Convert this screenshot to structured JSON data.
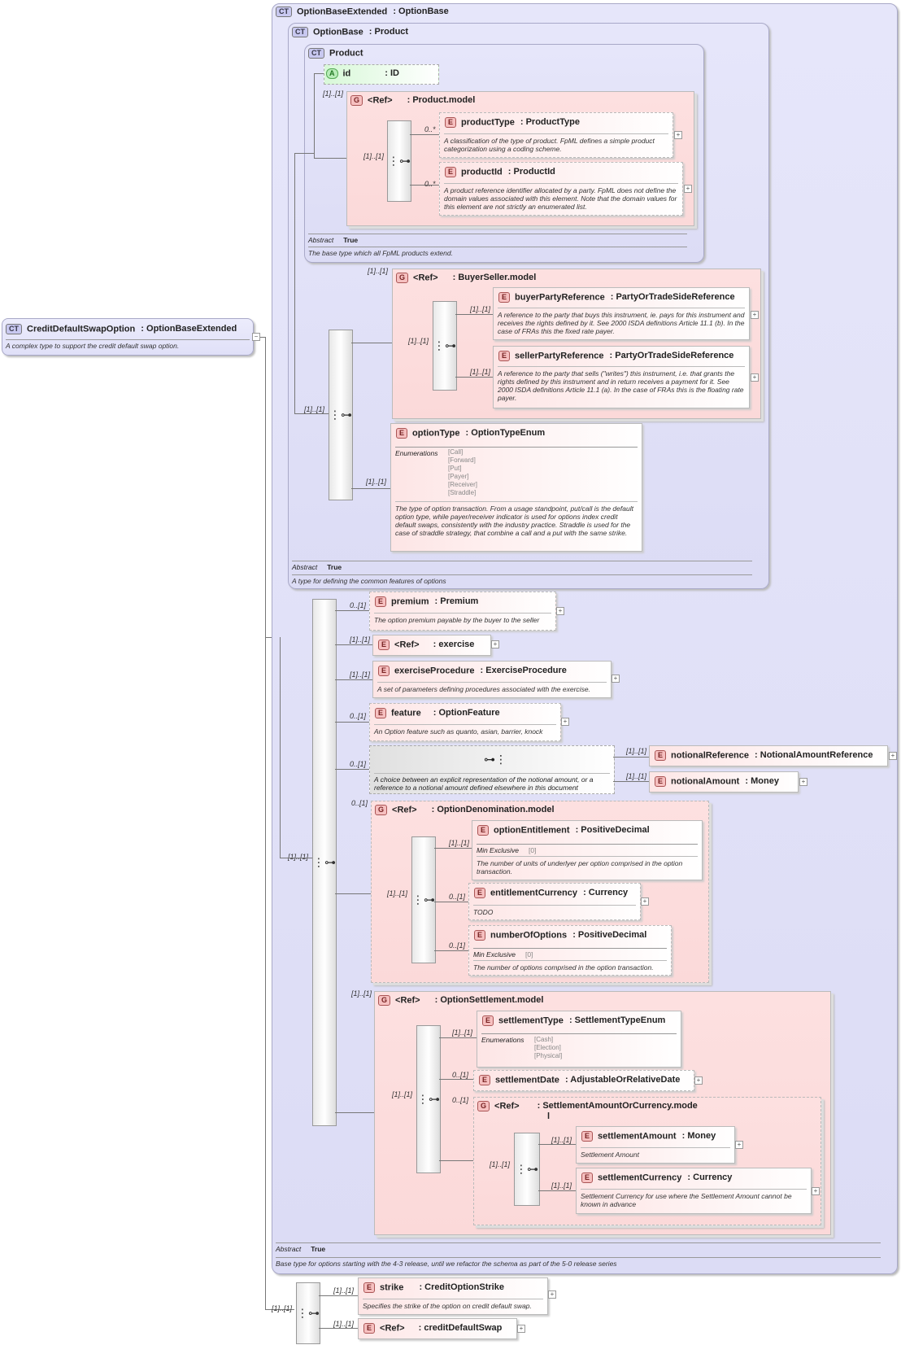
{
  "root": {
    "badge": "CT",
    "name": "CreditDefaultSwapOption",
    "type": ": OptionBaseExtended",
    "desc": "A complex type to support the credit default swap option."
  },
  "obe": {
    "badge": "CT",
    "title": "OptionBaseExtended",
    "type": ": OptionBase",
    "abstract_label": "Abstract",
    "abstract_value": "True",
    "desc": "Base type for options starting with the 4-3 release, until we refactor the schema as part of the 5-0 release series"
  },
  "ob": {
    "badge": "CT",
    "title": "OptionBase",
    "type": ": Product",
    "abstract_label": "Abstract",
    "abstract_value": "True",
    "desc": "A type for defining the common features of options"
  },
  "product": {
    "badge": "CT",
    "title": "Product",
    "abstract_label": "Abstract",
    "abstract_value": "True",
    "desc": "The base type which all FpML products extend.",
    "id_badge": "A",
    "id_name": "id",
    "id_type": ": ID",
    "id_card": "[1]..[1]",
    "model_badge": "G",
    "model_ref": "<Ref>",
    "model_name": ": Product.model",
    "model_card": "[1]..[1]",
    "productType": {
      "badge": "E",
      "name": "productType",
      "type": ": ProductType",
      "card": "0..*",
      "desc": "A classification of the type of product. FpML defines a simple product categorization using a coding scheme."
    },
    "productId": {
      "badge": "E",
      "name": "productId",
      "type": ": ProductId",
      "card": "0..*",
      "desc": "A product reference identifier allocated by a party. FpML does not define the domain values associated with this element. Note that the domain values for this element are not strictly an enumerated list."
    }
  },
  "ob_seq_card": "[1]..[1]",
  "buyerSeller": {
    "badge": "G",
    "ref": "<Ref>",
    "name": ": BuyerSeller.model",
    "card": "[1]..[1]",
    "inner_card": "[1]..[1]",
    "buyer": {
      "badge": "E",
      "name": "buyerPartyReference",
      "type": ": PartyOrTradeSideReference",
      "card": "[1]..[1]",
      "desc": "A reference to the party that buys this instrument, ie. pays for this instrument and receives the rights defined by it. See 2000 ISDA definitions Article 11.1 (b). In the case of FRAs this the fixed rate payer."
    },
    "seller": {
      "badge": "E",
      "name": "sellerPartyReference",
      "type": ": PartyOrTradeSideReference",
      "card": "[1]..[1]",
      "desc": "A reference to the party that sells (\"writes\") this instrument, i.e. that grants the rights defined by this instrument and in return receives a payment for it. See 2000 ISDA definitions Article 11.1 (a). In the case of FRAs this is the floating rate payer."
    }
  },
  "optionType": {
    "badge": "E",
    "name": "optionType",
    "type": ": OptionTypeEnum",
    "card": "[1]..[1]",
    "enum_label": "Enumerations",
    "enums": [
      "[Call]",
      "[Forward]",
      "[Put]",
      "[Payer]",
      "[Receiver]",
      "[Straddle]"
    ],
    "desc": "The type of option transaction. From a usage standpoint, put/call is the default option type, while payer/receiver indicator is used for options index credit default swaps, consistently with the industry practice. Straddle is used for the case of straddle strategy, that combine a call and a put with the same strike."
  },
  "obe_seq_card": "[1]..[1]",
  "premium": {
    "badge": "E",
    "name": "premium",
    "type": ": Premium",
    "card": "0..[1]",
    "desc": "The option premium payable by the buyer to the seller"
  },
  "exercise": {
    "badge": "E",
    "ref": "<Ref>",
    "name": ": exercise",
    "card": "[1]..[1]"
  },
  "exerciseProcedure": {
    "badge": "E",
    "name": "exerciseProcedure",
    "type": ": ExerciseProcedure",
    "card": "[1]..[1]",
    "desc": "A set of parameters defining procedures associated with the exercise."
  },
  "feature": {
    "badge": "E",
    "name": "feature",
    "type": ": OptionFeature",
    "card": "0..[1]",
    "desc": "An Option feature such as quanto, asian, barrier, knock"
  },
  "choice": {
    "card": "0..[1]",
    "desc": "A choice between an explicit representation of the notional amount, or a reference to a notional amount defined elsewhere in this document",
    "notionalReference": {
      "badge": "E",
      "name": "notionalReference",
      "type": ": NotionalAmountReference",
      "card": "[1]..[1]"
    },
    "notionalAmount": {
      "badge": "E",
      "name": "notionalAmount",
      "type": ": Money",
      "card": "[1]..[1]"
    }
  },
  "denom": {
    "badge": "G",
    "ref": "<Ref>",
    "name": ": OptionDenomination.model",
    "card": "0..[1]",
    "inner_card": "[1]..[1]",
    "optionEntitlement": {
      "badge": "E",
      "name": "optionEntitlement",
      "type": ": PositiveDecimal",
      "card": "[1]..[1]",
      "facet": "Min Exclusive",
      "facet_val": "[0]",
      "desc": "The number of units of underlyer per option comprised in the option transaction."
    },
    "entitlementCurrency": {
      "badge": "E",
      "name": "entitlementCurrency",
      "type": ": Currency",
      "card": "0..[1]",
      "desc": "TODO"
    },
    "numberOfOptions": {
      "badge": "E",
      "name": "numberOfOptions",
      "type": ": PositiveDecimal",
      "card": "0..[1]",
      "facet": "Min Exclusive",
      "facet_val": "[0]",
      "desc": "The number of options comprised in the option transaction."
    }
  },
  "settle": {
    "badge": "G",
    "ref": "<Ref>",
    "name": ": OptionSettlement.model",
    "card": "[1]..[1]",
    "inner_card": "[1]..[1]",
    "settlementType": {
      "badge": "E",
      "name": "settlementType",
      "type": ": SettlementTypeEnum",
      "card": "[1]..[1]",
      "enum_label": "Enumerations",
      "enums": [
        "[Cash]",
        "[Election]",
        "[Physical]"
      ]
    },
    "settlementDate": {
      "badge": "E",
      "name": "settlementDate",
      "type": ": AdjustableOrRelativeDate",
      "card": "0..[1]"
    },
    "amountOrCurrency": {
      "badge": "G",
      "ref": "<Ref>",
      "name": ": SettlementAmountOrCurrency.mode",
      "name2": "l",
      "card": "0..[1]",
      "inner_card": "[1]..[1]",
      "settlementAmount": {
        "badge": "E",
        "name": "settlementAmount",
        "type": ": Money",
        "card": "[1]..[1]",
        "desc": "Settlement Amount"
      },
      "settlementCurrency": {
        "badge": "E",
        "name": "settlementCurrency",
        "type": ": Currency",
        "card": "[1]..[1]",
        "desc": "Settlement Currency for use where the Settlement Amount cannot be known in advance"
      }
    }
  },
  "root_seq_card": "[1]..[1]",
  "strike": {
    "badge": "E",
    "name": "strike",
    "type": ": CreditOptionStrike",
    "card": "[1]..[1]",
    "desc": "Specifies the strike of the option on credit default swap."
  },
  "cds": {
    "badge": "E",
    "ref": "<Ref>",
    "name": ": creditDefaultSwap",
    "card": "[1]..[1]"
  }
}
